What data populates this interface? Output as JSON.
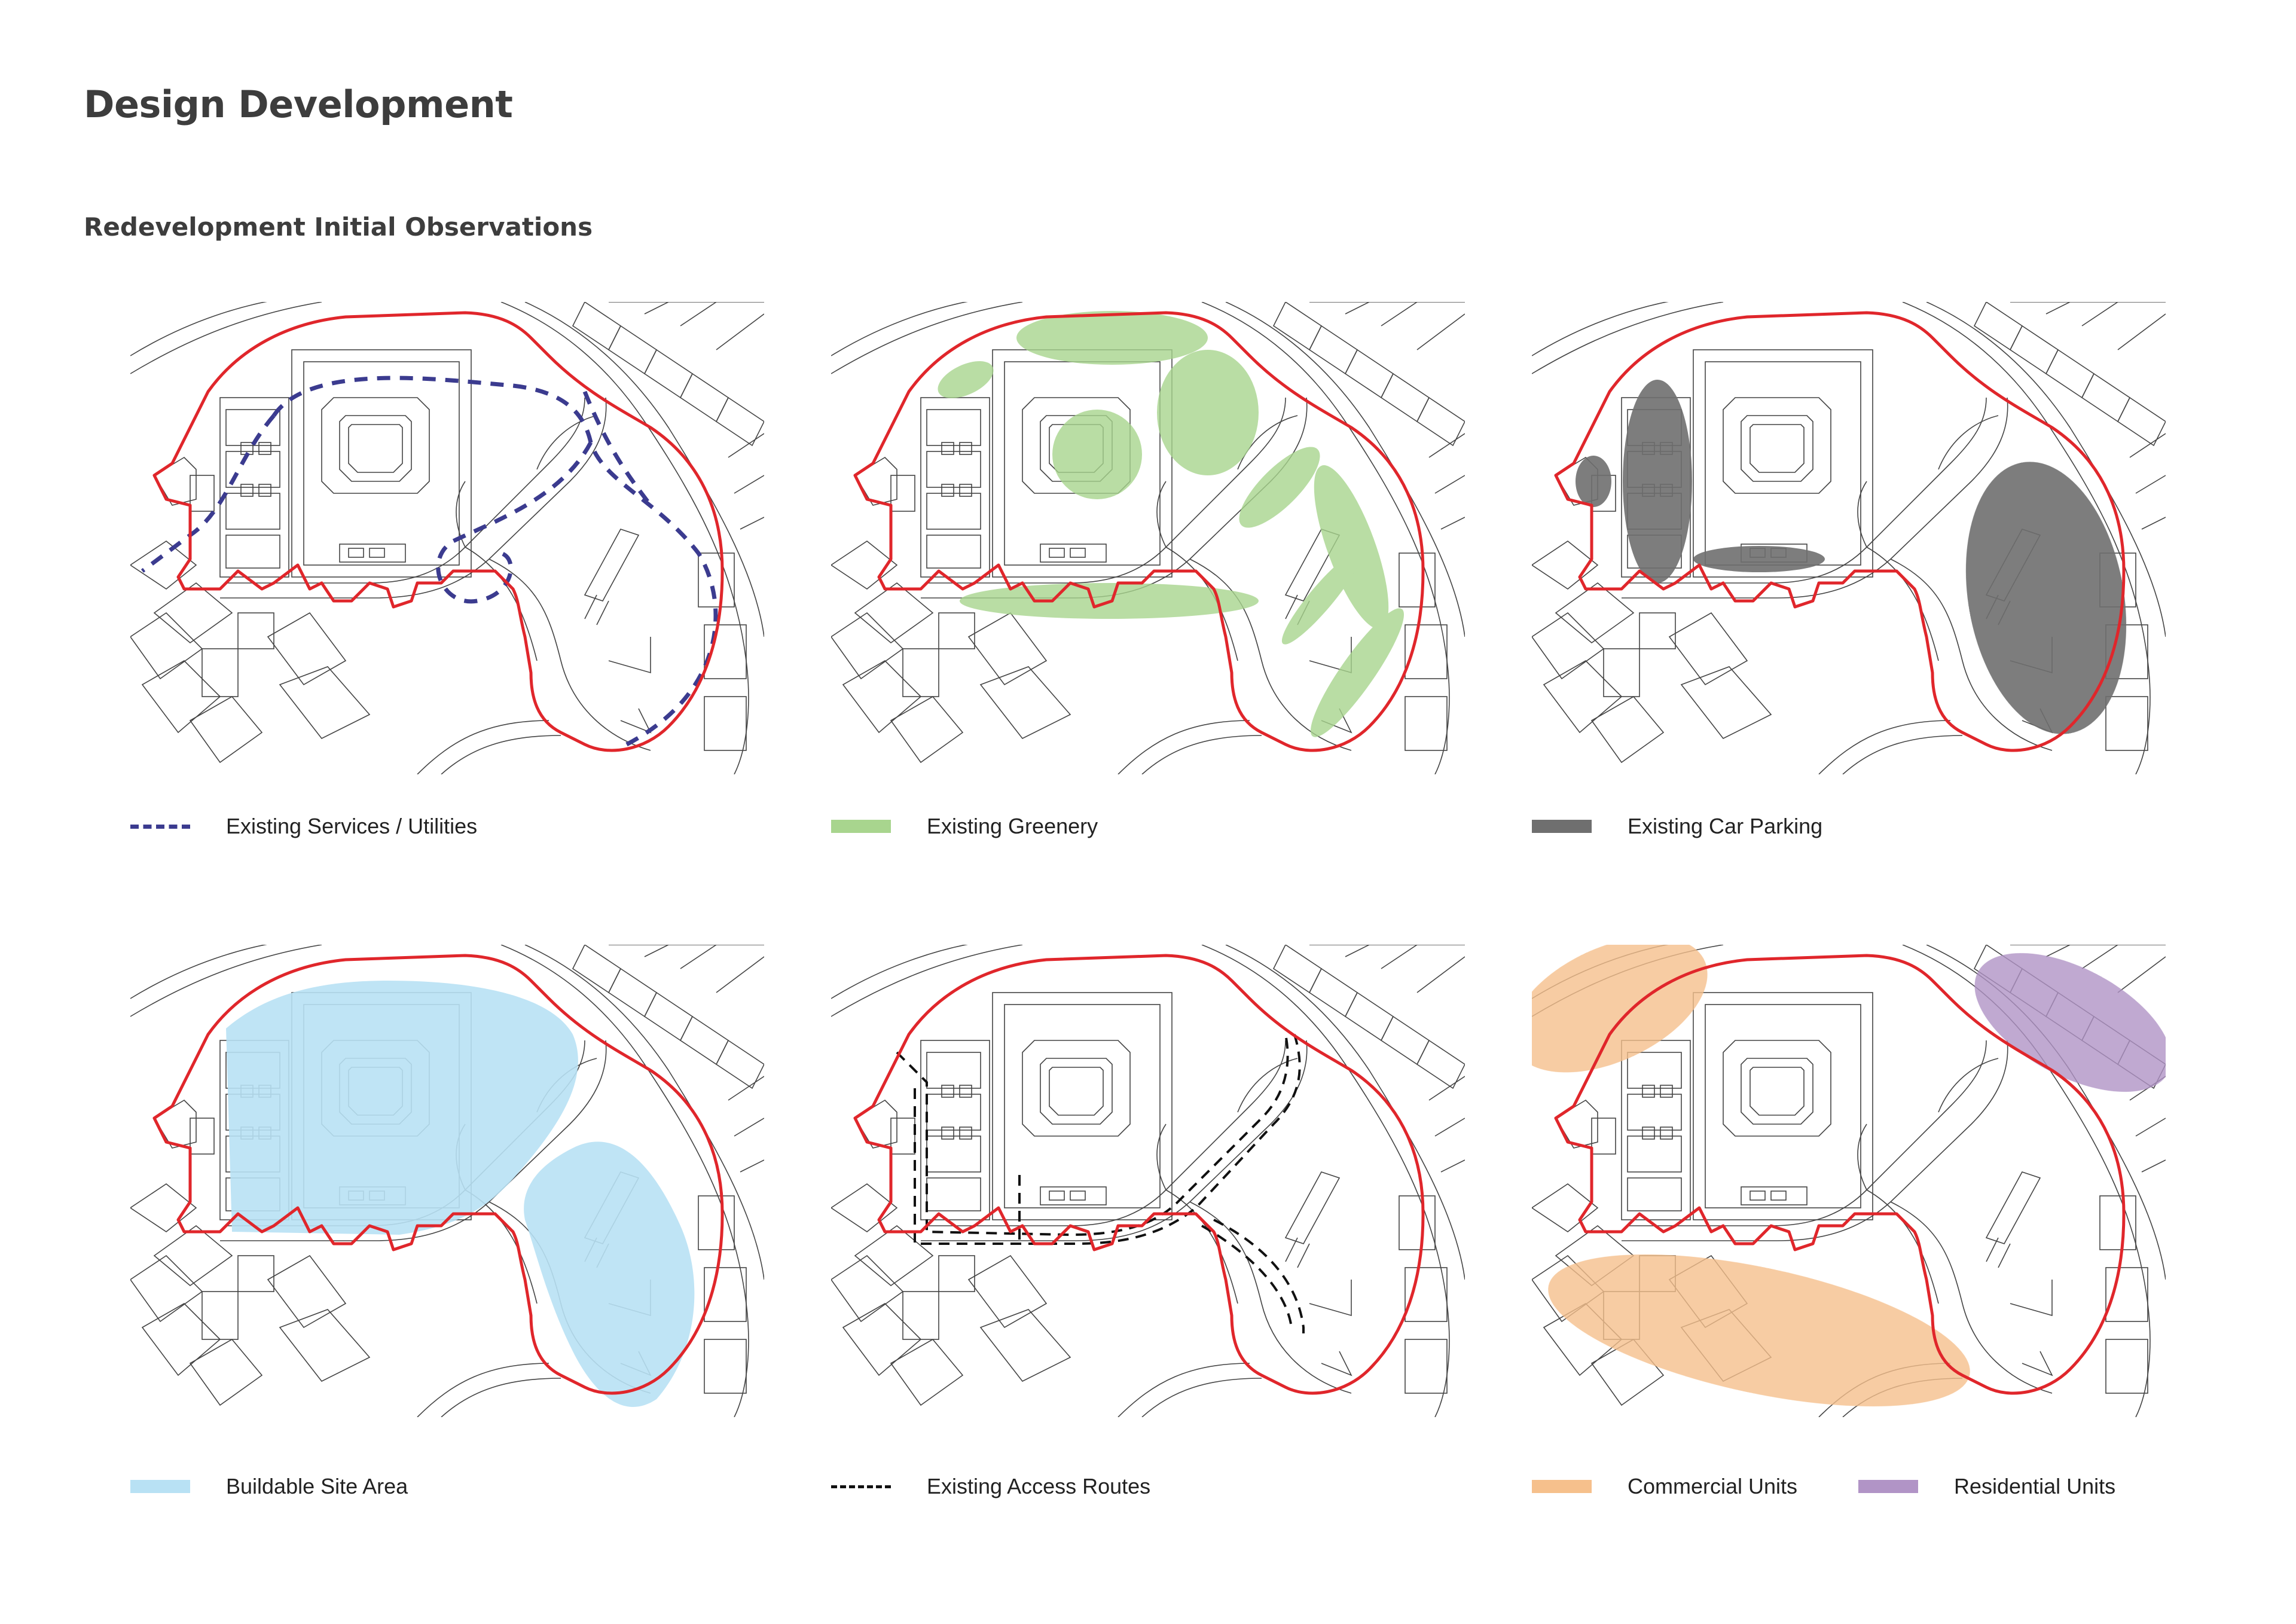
{
  "title": "Design Development",
  "subtitle": "Redevelopment Initial Observations",
  "colors": {
    "boundary": "#e0262b",
    "services": "#3b3b8f",
    "greenery": "#a8d58e",
    "parking": "#6f6f6f",
    "buildable": "#b8e1f4",
    "access": "#111111",
    "commercial": "#f6c08c",
    "residential": "#b194c6"
  },
  "panels": [
    {
      "id": "services",
      "legend": [
        {
          "label": "Existing Services / Utilities",
          "style": "dashed",
          "color": "services"
        }
      ]
    },
    {
      "id": "greenery",
      "legend": [
        {
          "label": "Existing Greenery",
          "style": "solid",
          "color": "greenery"
        }
      ]
    },
    {
      "id": "parking",
      "legend": [
        {
          "label": "Existing Car Parking",
          "style": "solid",
          "color": "parking"
        }
      ]
    },
    {
      "id": "buildable",
      "legend": [
        {
          "label": "Buildable Site Area",
          "style": "solid",
          "color": "buildable"
        }
      ]
    },
    {
      "id": "access",
      "legend": [
        {
          "label": "Existing Access Routes",
          "style": "dashed",
          "color": "access"
        }
      ]
    },
    {
      "id": "units",
      "legend": [
        {
          "label": "Commercial Units",
          "style": "solid",
          "color": "commercial"
        },
        {
          "label": "Residential Units",
          "style": "solid",
          "color": "residential"
        }
      ]
    }
  ]
}
